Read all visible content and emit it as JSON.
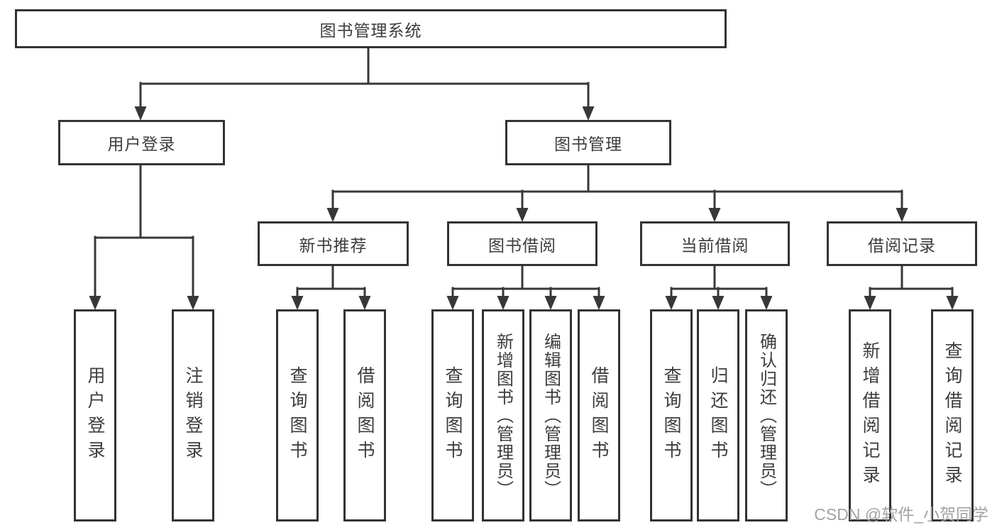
{
  "diagram_title": "图书管理系统",
  "nodes": {
    "root": "图书管理系统",
    "level2": [
      "用户登录",
      "图书管理"
    ],
    "level3": [
      "新书推荐",
      "图书借阅",
      "当前借阅",
      "借阅记录"
    ],
    "leaves_login": [
      "用户登录",
      "注销登录"
    ],
    "leaves_recommend": [
      "查询图书",
      "借阅图书"
    ],
    "leaves_borrow": [
      "查询图书",
      "新增图书（管理员）",
      "编辑图书（管理员）",
      "借阅图书"
    ],
    "leaves_current": [
      "查询图书",
      "归还图书",
      "确认归还（管理员）"
    ],
    "leaves_record": [
      "新增借阅记录",
      "查询借阅记录"
    ]
  },
  "colors": {
    "line": "#383838",
    "border": "#333333",
    "text": "#3d3d3d",
    "watermark": "#a2a2a6"
  },
  "watermark": "CSDN @软件_小贺同学"
}
